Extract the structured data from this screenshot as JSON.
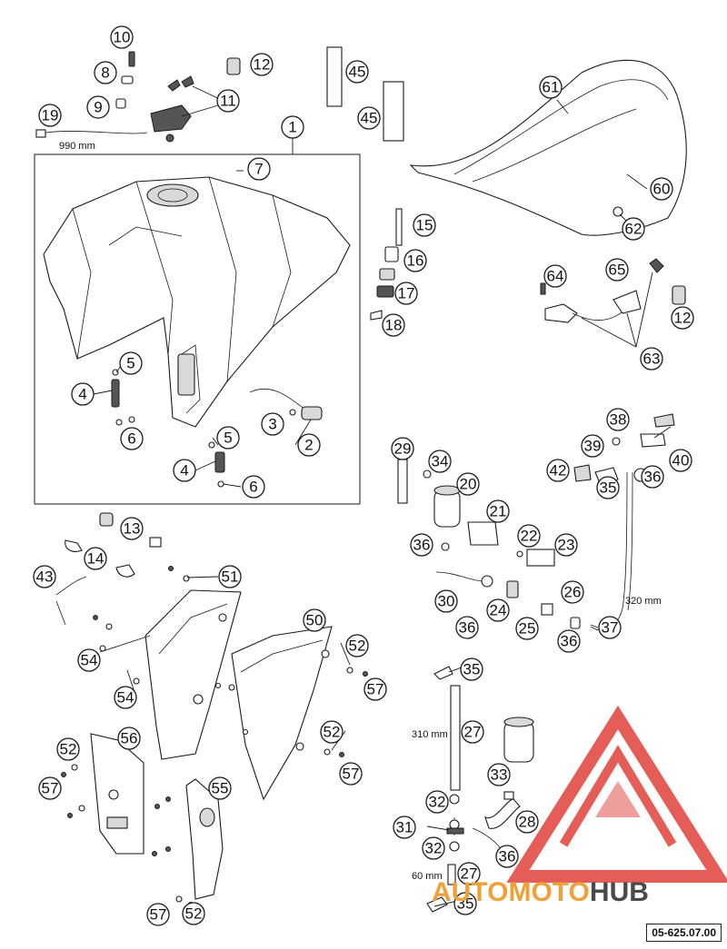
{
  "diagram": {
    "reference": "05-625.07.00",
    "watermark": {
      "brand_part1": "AUTOMOTO",
      "brand_part2": "HUB",
      "color_red": "#e0413a",
      "color_orange": "#f0a037",
      "color_dark": "#4a4a4a"
    },
    "dimensions": [
      "990 mm",
      "320 mm",
      "310 mm",
      "60 mm"
    ],
    "callouts": [
      "1",
      "2",
      "3",
      "4",
      "4",
      "5",
      "5",
      "6",
      "6",
      "7",
      "8",
      "9",
      "10",
      "11",
      "12",
      "12",
      "13",
      "14",
      "15",
      "16",
      "17",
      "18",
      "19",
      "20",
      "21",
      "22",
      "23",
      "24",
      "25",
      "26",
      "27",
      "27",
      "28",
      "29",
      "30",
      "31",
      "32",
      "32",
      "33",
      "34",
      "35",
      "35",
      "35",
      "36",
      "36",
      "36",
      "36",
      "36",
      "36",
      "37",
      "38",
      "39",
      "40",
      "42",
      "43",
      "45",
      "45",
      "50",
      "51",
      "52",
      "52",
      "52",
      "52",
      "54",
      "54",
      "55",
      "56",
      "57",
      "57",
      "57",
      "57",
      "60",
      "61",
      "62",
      "63",
      "64",
      "65"
    ]
  }
}
